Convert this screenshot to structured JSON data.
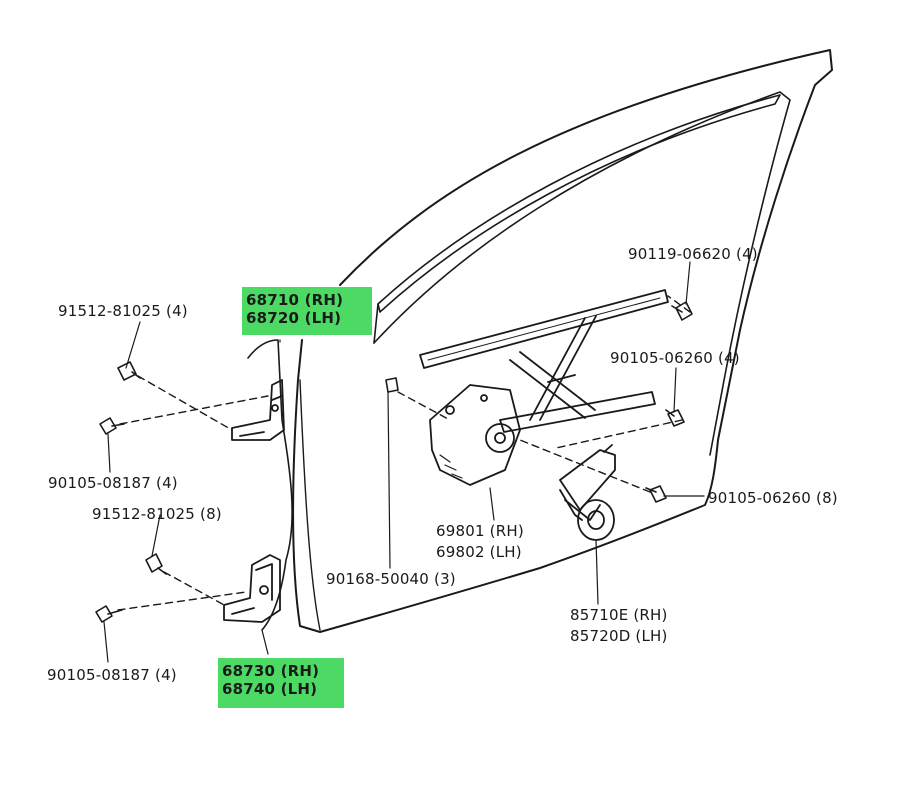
{
  "labels": {
    "bolt_91512_top": "91512-81025 (4)",
    "bolt_90105_top": "90105-08187 (4)",
    "bolt_91512_bottom": "91512-81025 (8)",
    "bolt_90105_bottom": "90105-08187 (4)",
    "upper_hinge_rh": "68710 (RH)",
    "upper_hinge_lh": "68720 (LH)",
    "lower_hinge_rh": "68730 (RH)",
    "lower_hinge_lh": "68740 (LH)",
    "bolt_90119": "90119-06620 (4)",
    "bolt_90105_06260_4": "90105-06260 (4)",
    "bolt_90105_06260_8": "90105-06260 (8)",
    "regulator_rh": "69801 (RH)",
    "regulator_lh": "69802 (LH)",
    "screw_90168": "90168-50040 (3)",
    "motor_rh": "85710E (RH)",
    "motor_lh": "85720D (LH)"
  },
  "colors": {
    "highlight": "#4cd964",
    "line": "#1a1a1a"
  }
}
